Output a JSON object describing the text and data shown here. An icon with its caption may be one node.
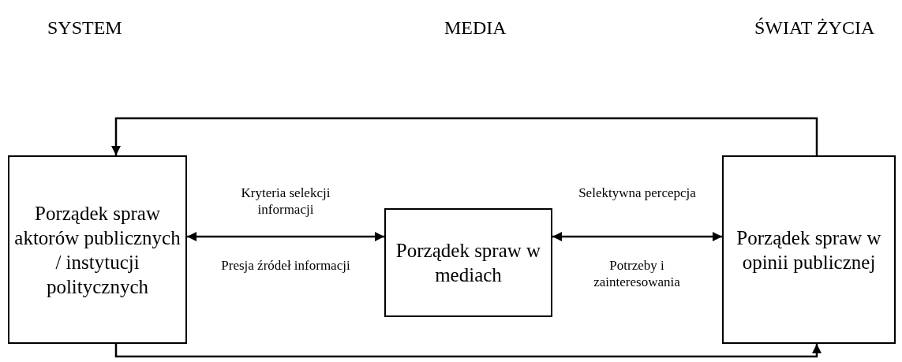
{
  "diagram": {
    "nodes": [
      {
        "text": [
          "Porządek spraw aktorów publicznych / instytucji politycznych"
        ]
      },
      {
        "text": [
          "Porządek spraw w mediach"
        ]
      },
      {
        "text": [
          "Porządek spraw w opinii publicznej"
        ]
      }
    ],
    "edges": [
      {
        "from": 0,
        "to": 1,
        "arrow": "both",
        "label": "Kryteria selekcji informacji"
      },
      {
        "from": 1,
        "to": 2,
        "arrow": "both",
        "label": "Selektywna percepcja"
      },
      {
        "from": 2,
        "to": 0,
        "arrow": "to"
      },
      {
        "from": 0,
        "to": 2,
        "arrow": "to"
      }
    ],
    "labels": [
      "SYSTEM",
      "MEDIA",
      "ŚWIAT ŻYCIA",
      "Presja źródeł informacji",
      "Potrzeby i zainteresowania"
    ]
  }
}
